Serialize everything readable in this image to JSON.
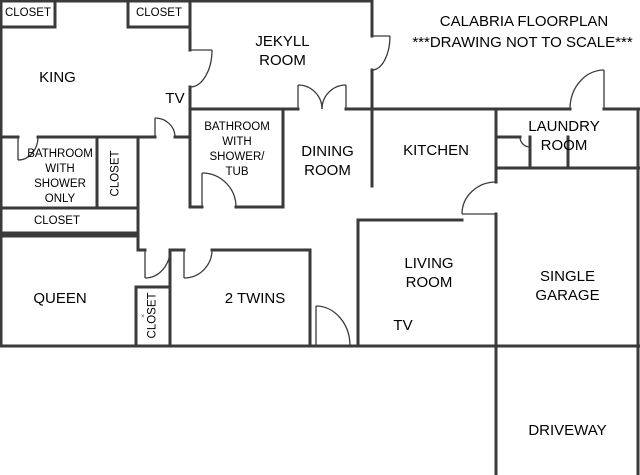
{
  "title": "CALABRIA FLOORPLAN",
  "note": "***DRAWING NOT TO SCALE***",
  "rooms": {
    "jekyll_room": "JEKYLL\nROOM",
    "king": "KING",
    "bathroom_shower_tub": "BATHROOM\nWITH\nSHOWER/\nTUB",
    "bathroom_shower_only": "BATHROOM\nWITH\nSHOWER\nONLY",
    "dining_room": "DINING\nROOM",
    "kitchen": "KITCHEN",
    "laundry_room": "LAUNDRY\nROOM",
    "living_room": "LIVING\nROOM",
    "single_garage": "SINGLE\nGARAGE",
    "queen": "QUEEN",
    "two_twins": "2 TWINS",
    "driveway": "DRIVEWAY"
  },
  "closets": {
    "top_left": "CLOSET",
    "top_right": "CLOSET",
    "vertical_bath": "CLOSET",
    "hall": "CLOSET",
    "queen": "CLOSET"
  },
  "tv_labels": {
    "king": "TV",
    "living": "TV"
  }
}
